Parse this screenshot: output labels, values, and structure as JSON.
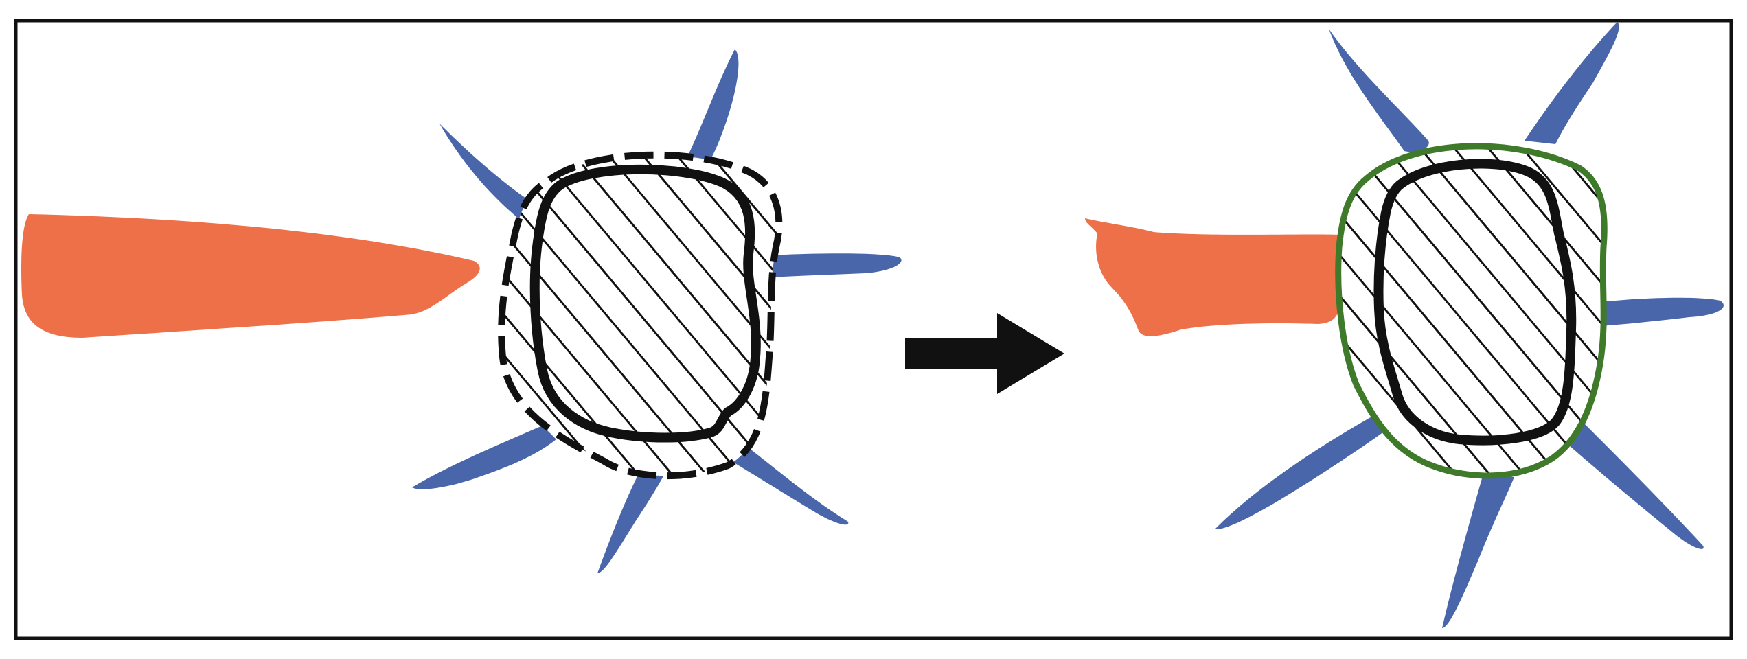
{
  "colors": {
    "background": "#ffffff",
    "frame": "#111111",
    "spike": "#4a66aa",
    "orange_arm": "#ee7048",
    "outline": "#111111",
    "hatch": "#111111",
    "green_outline": "#3e7a2a",
    "arrow": "#111111"
  },
  "panels": {
    "left": {
      "icon": "hatched-core-with-dashed-boundary",
      "orange_arm_count": 1,
      "blue_spike_count": 6,
      "outline_style": "dashed"
    },
    "right": {
      "icon": "hatched-core-with-green-boundary",
      "orange_arm_count": 1,
      "blue_spike_count": 6,
      "outline_style": "solid-green"
    }
  },
  "transition": {
    "icon": "right-arrow-icon"
  }
}
